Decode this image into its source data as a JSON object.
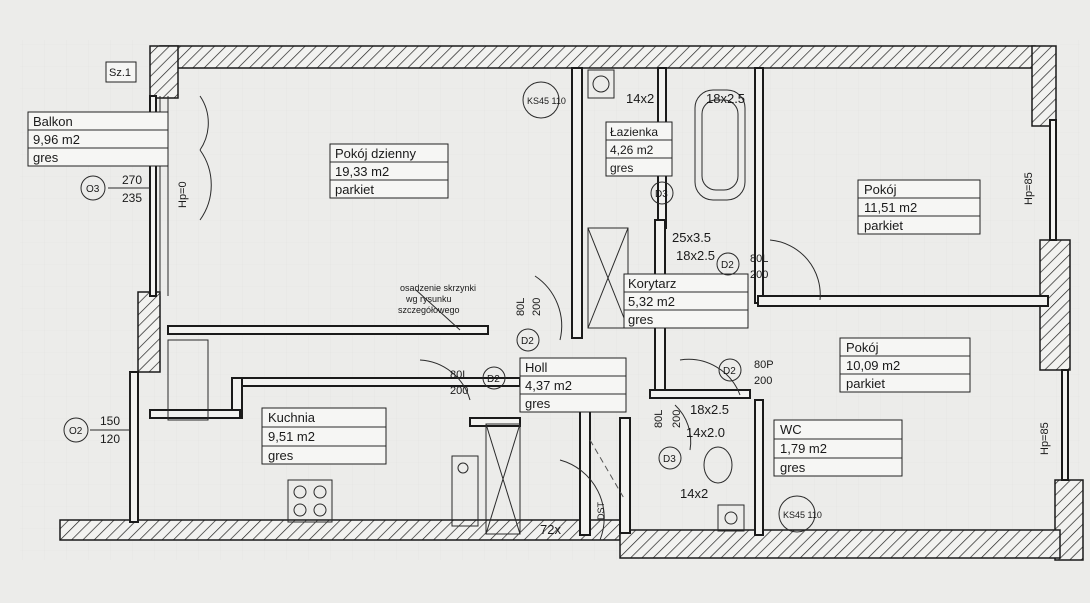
{
  "rooms": {
    "balkon": {
      "name": "Balkon",
      "area": "9,96 m2",
      "floor": "gres"
    },
    "pokoj_dzienny": {
      "name": "Pokój dzienny",
      "area": "19,33 m2",
      "floor": "parkiet"
    },
    "lazienka": {
      "name": "Łazienka",
      "area": "4,26 m2",
      "floor": "gres"
    },
    "pokoj1": {
      "name": "Pokój",
      "area": "11,51 m2",
      "floor": "parkiet"
    },
    "korytarz": {
      "name": "Korytarz",
      "area": "5,32 m2",
      "floor": "gres"
    },
    "pokoj2": {
      "name": "Pokój",
      "area": "10,09 m2",
      "floor": "parkiet"
    },
    "holl": {
      "name": "Holl",
      "area": "4,37 m2",
      "floor": "gres"
    },
    "kuchnia": {
      "name": "Kuchnia",
      "area": "9,51 m2",
      "floor": "gres"
    },
    "wc": {
      "name": "WC",
      "area": "1,79 m2",
      "floor": "gres"
    }
  },
  "labels": {
    "sz1": "Sz.1",
    "ks45_110": "KS45 110",
    "osadzenie_1": "osadzenie skrzynki",
    "osadzenie_2": "wg rysunku",
    "osadzenie_3": "szczegółowego",
    "window_o3_top": "270",
    "window_o3_bottom": "235",
    "window_o2_top": "150",
    "window_o2_bottom": "120",
    "hp0": "Hp=0",
    "hp85_a": "Hp=85",
    "hp85_b": "Hp=85",
    "dim_14x2_top": "14x2",
    "dim_18x25_top": "18x2.5",
    "dim_25x3": "25x3.5",
    "dim_18x25_mid": "18x2.5",
    "dim_18x25_low": "18x2.5",
    "dim_14x20": "14x2.0",
    "dim_14x2_low": "14x2",
    "dim_72x": "72x",
    "door_80l_a": "80L",
    "door_200_a": "200",
    "door_80l_b": "80L",
    "door_200_b": "200",
    "door_80l_c": "80L",
    "door_200_c": "200",
    "door_80p": "80P",
    "door_200_d": "200",
    "door_80l_e": "80L",
    "door_200_e": "200",
    "code_o3": "O3",
    "code_d3_a": "D3",
    "code_d2_a": "D2",
    "code_d2_b": "D2",
    "code_d2_c": "D2",
    "code_d2_d": "D2",
    "code_d3_b": "D3",
    "code_o2": "O2",
    "dst": "DST"
  }
}
